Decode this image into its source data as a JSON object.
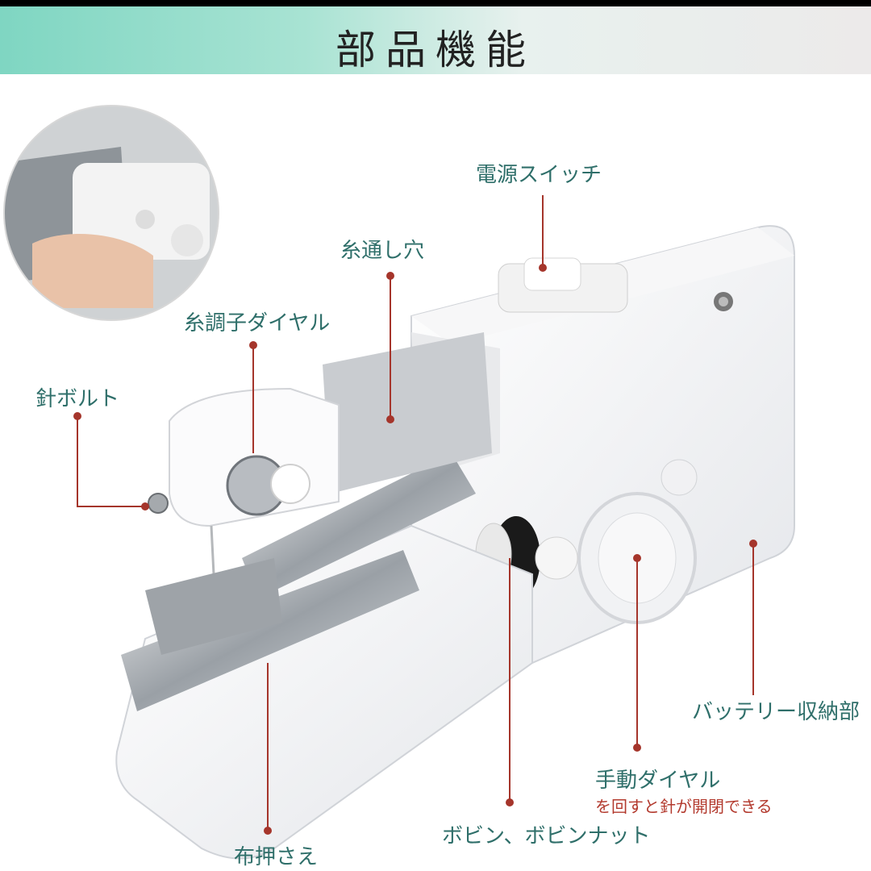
{
  "header": {
    "title": "部品機能"
  },
  "labels": {
    "power_switch": "電源スイッチ",
    "thread_hole": "糸通し穴",
    "tension_dial": "糸調子ダイヤル",
    "needle_bolt": "針ボルト",
    "battery": "バッテリー収納部",
    "manual_dial": "手動ダイヤル",
    "manual_dial_note": "を回すと針が開閉できる",
    "bobbin": "ボビン、ボビンナット",
    "presser_foot": "布押さえ"
  },
  "colors": {
    "label_text": "#2f6f6a",
    "leader_line": "#a5352b",
    "note_text": "#b33a2e",
    "banner_start": "#7fd6c2",
    "banner_end": "#eceaea"
  }
}
